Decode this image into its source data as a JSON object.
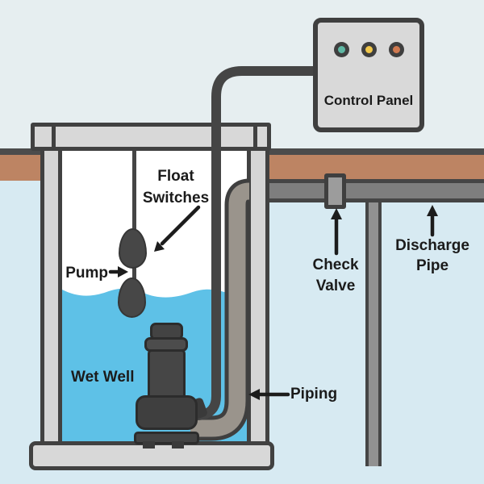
{
  "control_panel": {
    "label": "Control Panel",
    "lights": [
      {
        "name": "green-indicator-light",
        "color": "#5fb8a4"
      },
      {
        "name": "yellow-indicator-light",
        "color": "#f2c84b"
      },
      {
        "name": "orange-indicator-light",
        "color": "#d07950"
      }
    ]
  },
  "labels": {
    "float_switches": {
      "line1": "Float",
      "line2": "Switches"
    },
    "pump": "Pump",
    "wet_well": "Wet Well",
    "check_valve": {
      "line1": "Check",
      "line2": "Valve"
    },
    "discharge_pipe": {
      "line1": "Discharge",
      "line2": "Pipe"
    },
    "piping": "Piping"
  },
  "colors": {
    "sky": "#e6eef0",
    "underground": "#d7eaf2",
    "soil": "#bd8463",
    "ground_line": "#4c4c4c",
    "water": "#5ec1e7",
    "outline": "#414141",
    "structure_fill": "#d8d8d8",
    "discharge_pipe_fill": "#7e7e7e",
    "well_pipe_fill": "#9a948c",
    "cable": "#454545",
    "pump_body": "#434343"
  }
}
